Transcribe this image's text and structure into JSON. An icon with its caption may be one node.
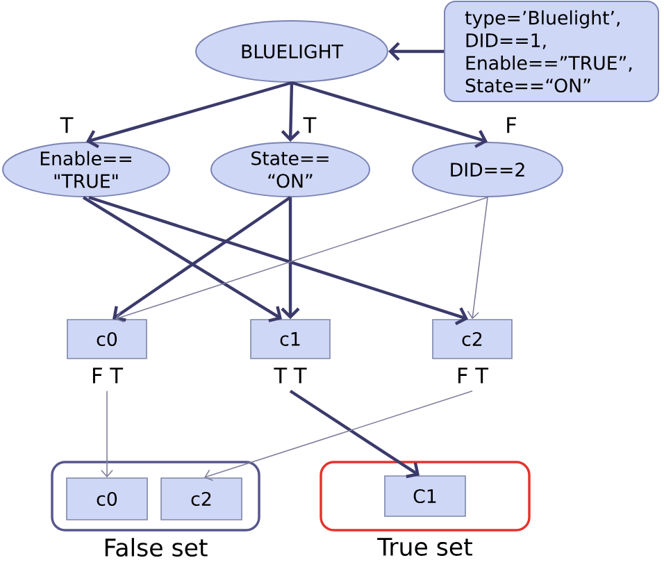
{
  "diagram": {
    "nodes": [
      {
        "text": [
          "BLUELIGHT"
        ]
      },
      {
        "text": [
          "type=’Bluelight’, DID==1, Enable==”TRUE”, State==“ON”"
        ]
      },
      {
        "text": [
          "Enable== \"TRUE\""
        ]
      },
      {
        "text": [
          "State== “ON”"
        ]
      },
      {
        "text": [
          "DID==2"
        ]
      },
      {
        "text": [
          "c0"
        ],
        "beside": [
          "F T"
        ]
      },
      {
        "text": [
          "c1"
        ],
        "beside": [
          "T T"
        ]
      },
      {
        "text": [
          "c2"
        ],
        "beside": [
          "F T"
        ]
      },
      {
        "text": [
          "False set"
        ]
      },
      {
        "text": [
          "c0"
        ],
        "in": 8
      },
      {
        "text": [
          "c2"
        ],
        "in": 8
      },
      {
        "text": [
          "True set"
        ]
      },
      {
        "text": [
          "C1"
        ],
        "in": 11
      }
    ],
    "edges": [
      {
        "from": 1,
        "to": 0,
        "arrow": "to"
      },
      {
        "from": 0,
        "to": 2,
        "arrow": "to",
        "label": "T"
      },
      {
        "from": 0,
        "to": 3,
        "arrow": "to",
        "label": "T"
      },
      {
        "from": 0,
        "to": 4,
        "arrow": "to",
        "label": "F"
      },
      {
        "from": 2,
        "to": 6,
        "arrow": "to"
      },
      {
        "from": 2,
        "to": 7,
        "arrow": "to"
      },
      {
        "from": 3,
        "to": 5,
        "arrow": "to"
      },
      {
        "from": 3,
        "to": 6,
        "arrow": "to"
      },
      {
        "from": 4,
        "to": 5,
        "arrow": "to",
        "color": "#7e7e9c"
      },
      {
        "from": 4,
        "to": 7,
        "arrow": "to",
        "color": "#7e7e9c"
      },
      {
        "from": 5,
        "to": 9,
        "arrow": "to",
        "color": "#7e7e9c"
      },
      {
        "from": 6,
        "to": 12,
        "arrow": "to"
      },
      {
        "from": 7,
        "to": 10,
        "arrow": "to",
        "color": "#7e7e9c"
      }
    ]
  }
}
